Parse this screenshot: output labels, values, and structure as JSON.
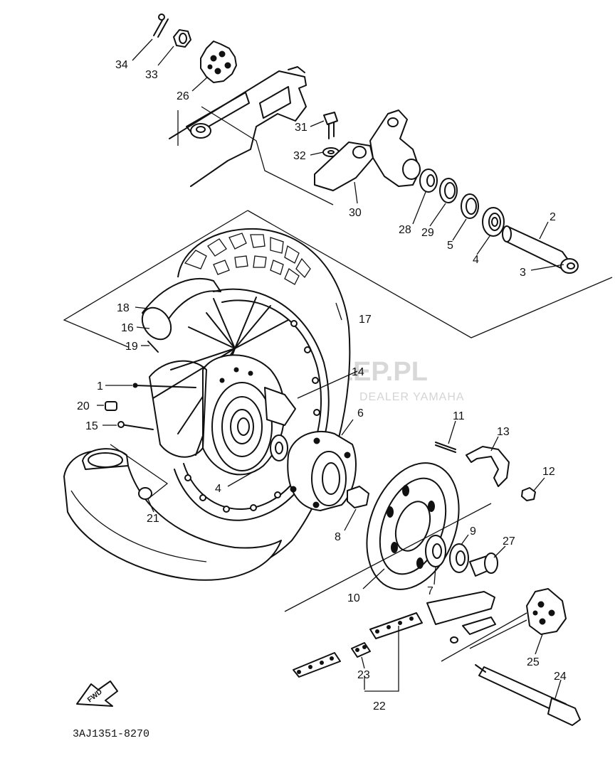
{
  "diagram": {
    "drawing_code": "3AJ1351-8270",
    "direction_mark": "FWD",
    "watermark": {
      "brand": "SKLEP.PL",
      "tagline": "DEALER YAMAHA"
    },
    "callouts": [
      {
        "id": "c34",
        "text": "34"
      },
      {
        "id": "c33",
        "text": "33"
      },
      {
        "id": "c26",
        "text": "26"
      },
      {
        "id": "c31",
        "text": "31"
      },
      {
        "id": "c32",
        "text": "32"
      },
      {
        "id": "c30",
        "text": "30"
      },
      {
        "id": "c28",
        "text": "28"
      },
      {
        "id": "c29",
        "text": "29"
      },
      {
        "id": "c5",
        "text": "5"
      },
      {
        "id": "c4a",
        "text": "4"
      },
      {
        "id": "c2",
        "text": "2"
      },
      {
        "id": "c3",
        "text": "3"
      },
      {
        "id": "c18",
        "text": "18"
      },
      {
        "id": "c17",
        "text": "17"
      },
      {
        "id": "c16",
        "text": "16"
      },
      {
        "id": "c19",
        "text": "19"
      },
      {
        "id": "c14",
        "text": "14"
      },
      {
        "id": "c1",
        "text": "1"
      },
      {
        "id": "c20",
        "text": "20"
      },
      {
        "id": "c15",
        "text": "15"
      },
      {
        "id": "c6",
        "text": "6"
      },
      {
        "id": "c11",
        "text": "11"
      },
      {
        "id": "c13",
        "text": "13"
      },
      {
        "id": "c12",
        "text": "12"
      },
      {
        "id": "c4b",
        "text": "4"
      },
      {
        "id": "c21",
        "text": "21"
      },
      {
        "id": "c8",
        "text": "8"
      },
      {
        "id": "c9",
        "text": "9"
      },
      {
        "id": "c27",
        "text": "27"
      },
      {
        "id": "c10",
        "text": "10"
      },
      {
        "id": "c7",
        "text": "7"
      },
      {
        "id": "c25",
        "text": "25"
      },
      {
        "id": "c24",
        "text": "24"
      },
      {
        "id": "c23",
        "text": "23"
      },
      {
        "id": "c22",
        "text": "22"
      }
    ]
  }
}
